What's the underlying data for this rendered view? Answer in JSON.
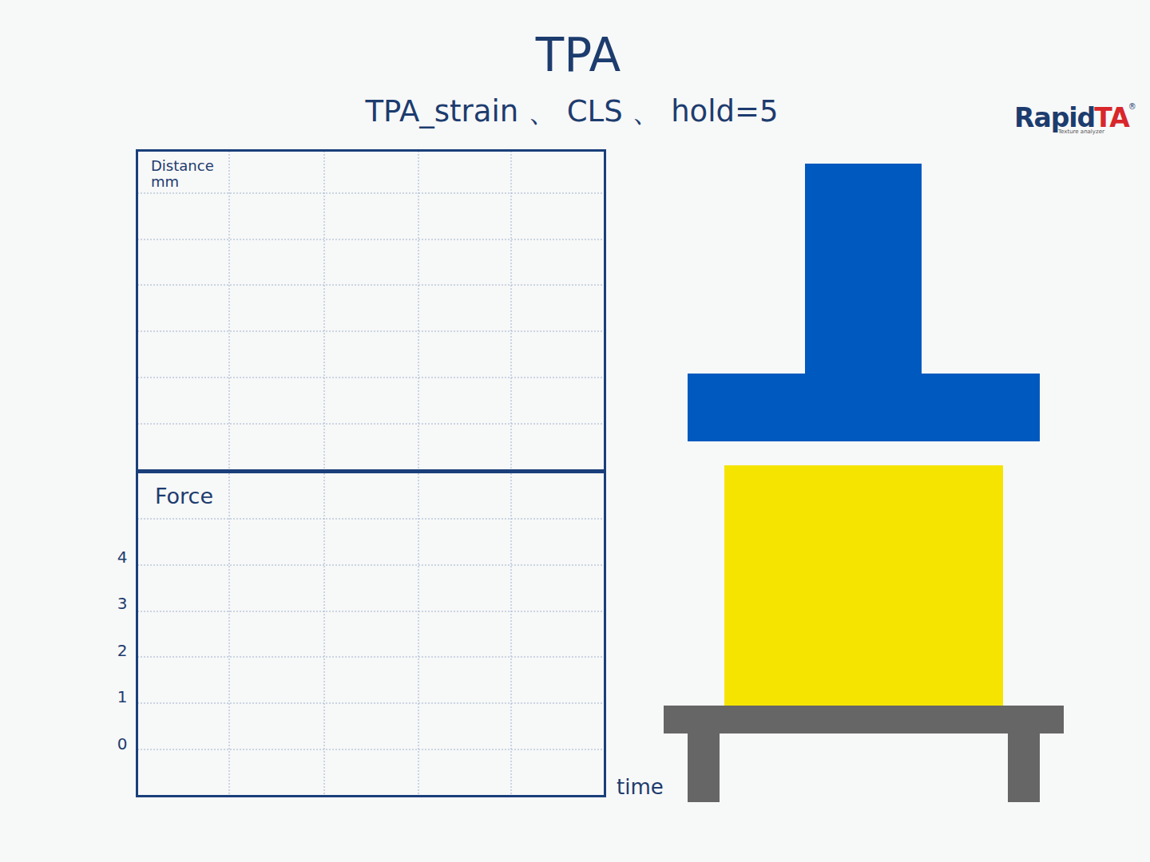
{
  "diagram": {
    "title": "TPA",
    "nodes": [
      {
        "text": [
          "Distance mm"
        ]
      },
      {
        "text": [
          "Force"
        ]
      }
    ],
    "labels": [
      "TPA_strain 、 CLS 、 hold=5",
      "Rapid",
      "TA",
      "®",
      "Texture analyzer",
      "4",
      "3",
      "2",
      "1",
      "0",
      "time"
    ]
  }
}
